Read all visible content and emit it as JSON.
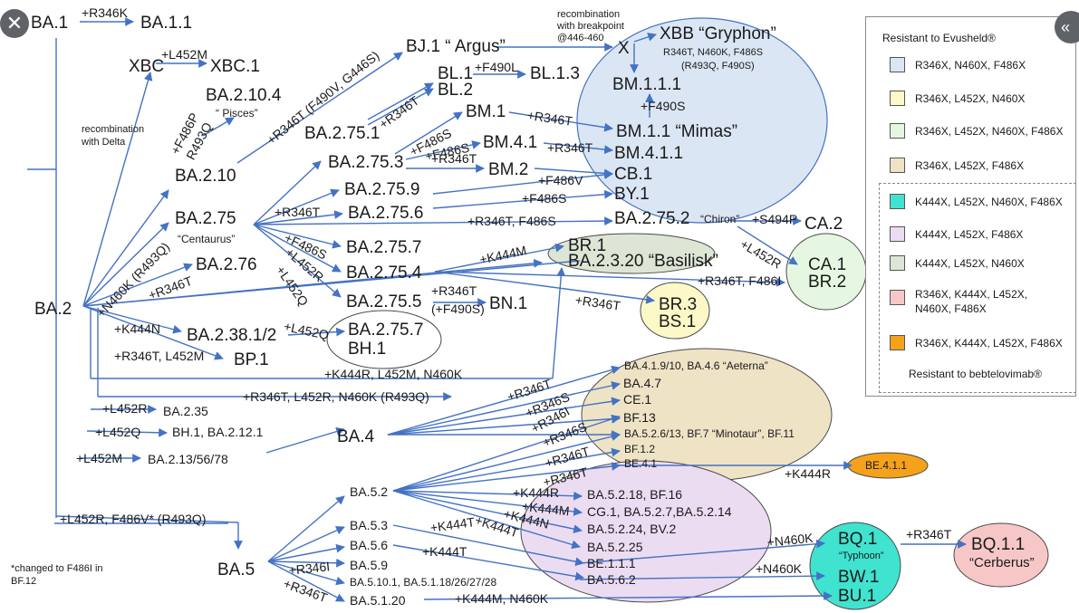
{
  "colors": {
    "arrow": "#4472c4",
    "evusheld_1": "#dbe6f4",
    "evusheld_2": "#fdf8c8",
    "evusheld_3": "#e6f7e1",
    "evusheld_4": "#efe3c6",
    "bebtel_1": "#3fe3cf",
    "bebtel_2": "#ecdcf2",
    "bebtel_3": "#dde5d5",
    "bebtel_4": "#f7c7c7",
    "bebtel_5": "#f5a21a"
  },
  "legend": {
    "title": "Resistant to Evusheld®",
    "items": [
      {
        "label": "R346X, N460X, F486X"
      },
      {
        "label": "R346X, L452X, N460X"
      },
      {
        "label": "R346X, L452X, N460X, F486X"
      },
      {
        "label": "R346X, L452X, F486X"
      },
      {
        "label": "K444X, L452X, N460X, F486X"
      },
      {
        "label": "K444X, L452X, F486X"
      },
      {
        "label": "K444X, L452X, N460X"
      },
      {
        "label": "R346X, K444X, L452X,\nN460X, F486X"
      },
      {
        "label": "R346X, K444X, L452X, F486X"
      }
    ],
    "footer": "Resistant to bebtelovimab®"
  },
  "nodes": {
    "ba1": "BA.1",
    "ba11": "BA.1.1",
    "xbc": "XBC",
    "xbc1": "XBC.1",
    "ba2104": "BA.2.10.4",
    "pisces": "“ Pisces”",
    "ba210": "BA.2.10",
    "bj1": "BJ.1 “ Argus”",
    "bl1": "BL.1",
    "bl13": "BL.1.3",
    "bl2": "BL.2",
    "x": "X",
    "xbb": "XBB “Gryphon”",
    "xbb_muts_1": "R346T, N460K, F486S",
    "xbb_muts_2": "(R493Q, F490S)",
    "bm111": "BM.1.1.1",
    "bm11": "BM.1.1  “Mimas”",
    "bm4111": "BM.4.1.1",
    "ba2751": "BA.2.75.1",
    "bm1": "BM.1",
    "bm41": "BM.4.1",
    "ba2753": "BA.2.75.3",
    "bm2": "BM.2",
    "cb1": "CB.1",
    "ba2759": "BA.2.75.9",
    "by1": "BY.1",
    "ba2756": "BA.2.75.6",
    "ba2752": "BA.2.75.2",
    "chiron": "“Chiron”",
    "ca2": "CA.2",
    "ba275": "BA.2.75",
    "centaurus": "“Centaurus”",
    "ba2757a": "BA.2.75.7",
    "ba2754": "BA.2.75.4",
    "br1": "BR.1",
    "ba2320": "BA.2.3.20 “Basilisk”",
    "ca1": "CA.1",
    "br2": "BR.2",
    "ba276": "BA.2.76",
    "ba2755": "BA.2.75.5",
    "bn1": "BN.1",
    "br3": "BR.3",
    "bs1": "BS.1",
    "ba2": "BA.2",
    "ba2381": "BA.2.38.1/2",
    "ba2757b": "BA.2.75.7",
    "bh1": "BH.1",
    "bp1": "BP.1",
    "ba235": "BA.2.35",
    "bh1_ba2121": "BH.1, BA.2.12.1",
    "ba2113": "BA.2.13/56/78",
    "ba4": "BA.4",
    "aeterna": "BA.4.1.9/10, BA.4.6 “Aeterna”",
    "ba47": "BA.4.7",
    "ce1": "CE.1",
    "bf13": "BF.13",
    "minotaur": "BA.5.2.6/13, BF.7 “Minotaur”, BF.11",
    "bf12": "BF.1.2",
    "be41": "BE.4.1",
    "be411": "BE.4.1.1",
    "ba52": "BA.5.2",
    "ba5218": "BA.5.2.18, BF.16",
    "cg1": "CG.1, BA.5.2.7,BA.5.2.14",
    "ba5224": "BA.5.2.24, BV.2",
    "ba5225": "BA.5.2.25",
    "ba53": "BA.5.3",
    "be111": "BE.1.1.1",
    "ba56": "BA.5.6",
    "ba562": "BA.5.6.2",
    "ba59": "BA.5.9",
    "ba5": "BA.5",
    "ba5101": "BA.5.10.1, BA.5.1.18/26/27/28",
    "ba5120": "BA.5.1.20",
    "bq1": "BQ.1",
    "typhoon": "“Typhoon”",
    "bw1": "BW.1",
    "bu1": "BU.1",
    "bq11": "BQ.1.1",
    "cerberus": "“Cerberus”"
  },
  "mutations": {
    "r346k": "+R346K",
    "l452m": "+L452M",
    "f486p": "+F486P",
    "r493q": "R493Q",
    "r346t_f490v": "+R346T (F490V, G446S)",
    "recomb_delta": "recombination\nwith Delta",
    "recomb_breakpoint": "recombination\nwith breakpoint\n@446-460",
    "r346t_bl": "+R346T",
    "f490l": "+F490L",
    "f490s": "+F490S",
    "f486s_1": "+F486S",
    "f486s_2": "+F486S",
    "r346t_bm1": "+R346T",
    "r346t_bm41": "+R346T",
    "r346t_bm2": "+R346T",
    "f486v": "+F486V",
    "f486s_by": "+F486S",
    "r346t_275": "+R346T",
    "r346t_f486s": "+R346T, F486S",
    "s494p": "+S494P",
    "f486s_7": "+F486S",
    "l452r_4": "+L452R",
    "l452q_5": "+L452Q",
    "k444m": "+K444M",
    "l452r_ca": "+L452R",
    "r346t_f486i": "+R346T, F486I",
    "r346t_bn": "+R346T",
    "f490s_bn": "(+F490S)",
    "r346t_br3": "+R346T",
    "n460k_r493q": "+N460K (R493Q)",
    "r346t_276": "+R346T",
    "k444n": "+K444N",
    "l452q_bh": "+L452Q",
    "r346t_l452m": "+R346T, L452M",
    "k444r_l452m_n460k": "+K444R, L452M, N460K",
    "r346t_l452r_n460k": "+R346T, L452R, N460K (R493Q)",
    "l452r_235": "+L452R",
    "l452q_bh1": "+L452Q",
    "l452m_213": "+L452M",
    "l452r_f486v": "+L452R, F486V* (R493Q)",
    "ba4_r346t": "+R346T",
    "ba4_r346s": "+R346S",
    "ba4_r346i": "+R346I",
    "ba4_r346s2": "+R346S",
    "ba4_r346t2": "+R346T",
    "ba4_r346t3": "+R346T",
    "k444r_be": "+K444R",
    "k444r_52": "+K444R",
    "k444m_52": "+K444M",
    "k444n_52": "+K444N",
    "k444t_53": "+K444T",
    "k444t_52": "+K444T",
    "k444t_56": "+K444T",
    "n460k_bq": "+N460K",
    "n460k_bw": "+N460K",
    "r346i_5": "+R346I",
    "r346t_5": "+R346T",
    "k444m_n460k": "+K444M, N460K",
    "r346t_bq11": "+R346T"
  },
  "footnote": "*changed to F486I in\nBF.12",
  "controls": {
    "close_icon": "✕",
    "collapse_icon": "«"
  }
}
